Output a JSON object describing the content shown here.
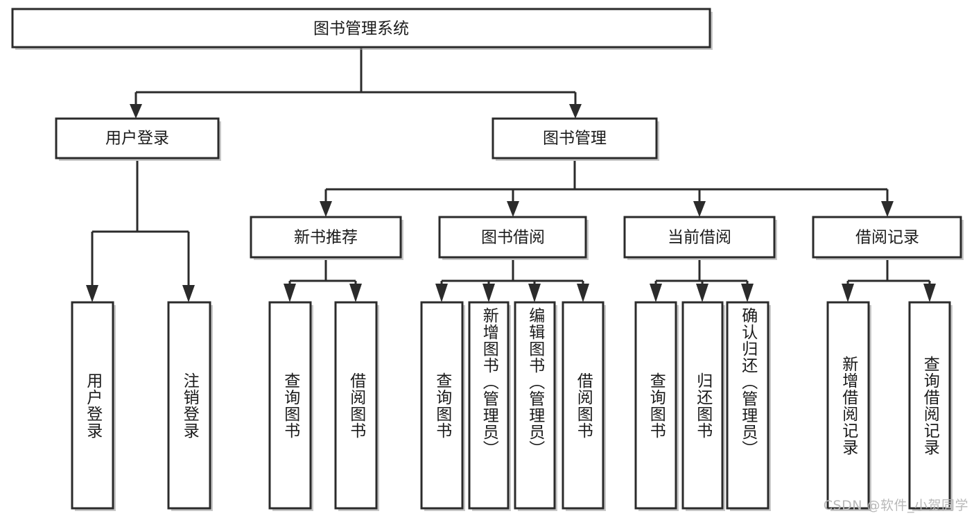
{
  "diagram": {
    "type": "tree-hierarchy-chart",
    "title": "图书管理系统",
    "root": {
      "id": "root",
      "label": "图书管理系统"
    },
    "level2": [
      {
        "id": "user-login",
        "label": "用户登录"
      },
      {
        "id": "book-manage",
        "label": "图书管理"
      }
    ],
    "level3": [
      {
        "id": "new-book-recommend",
        "label": "新书推荐",
        "parent": "book-manage"
      },
      {
        "id": "book-borrow",
        "label": "图书借阅",
        "parent": "book-manage"
      },
      {
        "id": "current-borrow",
        "label": "当前借阅",
        "parent": "book-manage"
      },
      {
        "id": "borrow-record",
        "label": "借阅记录",
        "parent": "book-manage"
      }
    ],
    "leaves": [
      {
        "id": "leaf-user-login",
        "label": "用户登录",
        "parent": "user-login"
      },
      {
        "id": "leaf-logout-login",
        "label": "注销登录",
        "parent": "user-login"
      },
      {
        "id": "leaf-query-book-1",
        "label": "查询图书",
        "parent": "new-book-recommend"
      },
      {
        "id": "leaf-borrow-book-1",
        "label": "借阅图书",
        "parent": "new-book-recommend"
      },
      {
        "id": "leaf-query-book-2",
        "label": "查询图书",
        "parent": "book-borrow"
      },
      {
        "id": "leaf-add-book",
        "label": "新增图书（管理员）",
        "parent": "book-borrow"
      },
      {
        "id": "leaf-edit-book",
        "label": "编辑图书（管理员）",
        "parent": "book-borrow"
      },
      {
        "id": "leaf-borrow-book-2",
        "label": "借阅图书",
        "parent": "book-borrow"
      },
      {
        "id": "leaf-query-book-3",
        "label": "查询图书",
        "parent": "current-borrow"
      },
      {
        "id": "leaf-return-book",
        "label": "归还图书",
        "parent": "current-borrow"
      },
      {
        "id": "leaf-confirm-return",
        "label": "确认归还（管理员）",
        "parent": "current-borrow"
      },
      {
        "id": "leaf-add-record",
        "label": "新增借阅记录",
        "parent": "borrow-record"
      },
      {
        "id": "leaf-query-record",
        "label": "查询借阅记录",
        "parent": "borrow-record"
      }
    ],
    "colors": {
      "box_border": "#2b2b2b",
      "box_fill": "#ffffff",
      "line": "#2b2b2b",
      "text": "#1a1a1a",
      "watermark": "#b9b9b9",
      "background": "#ffffff"
    }
  },
  "watermark": {
    "text": "CSDN @软件_小贺同学"
  }
}
